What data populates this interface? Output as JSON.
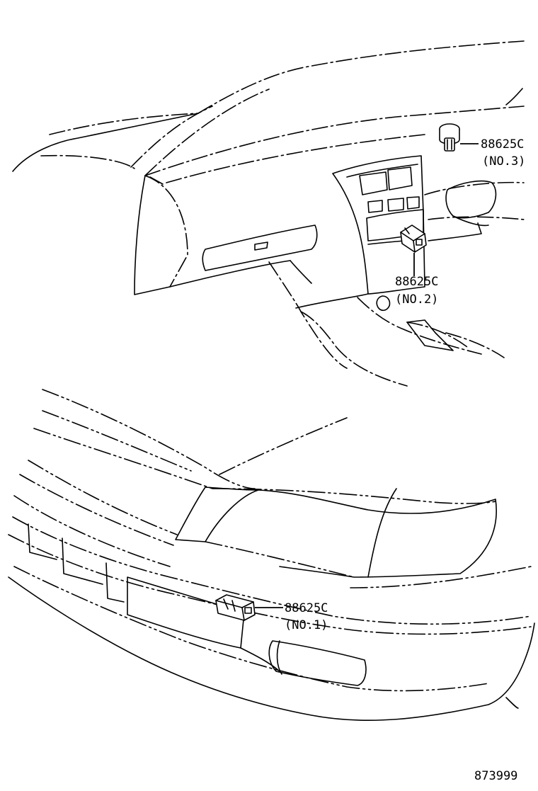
{
  "callouts": [
    {
      "part_number": "88625C",
      "position_label": "(NO.3)"
    },
    {
      "part_number": "88625C",
      "position_label": "(NO.2)"
    },
    {
      "part_number": "88625C",
      "position_label": "(NO.1)"
    }
  ],
  "diagram_id": "873999"
}
